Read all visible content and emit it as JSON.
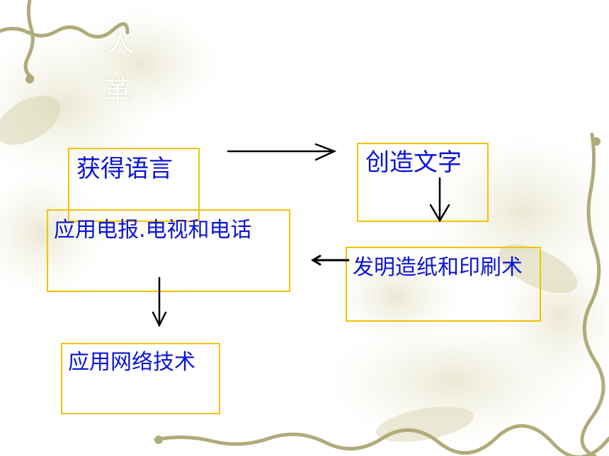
{
  "title_fragments": {
    "line1": "人",
    "line2": "革"
  },
  "nodes": {
    "speech": "获得语言",
    "writing": "创造文字",
    "paper_printing": "发明造纸和印刷术",
    "telecom": "应用电报.电视和电话",
    "network": "应用网络技术"
  },
  "colors": {
    "text": "#0a14d6",
    "box_border": "#f2c200",
    "arrow": "#000000"
  }
}
